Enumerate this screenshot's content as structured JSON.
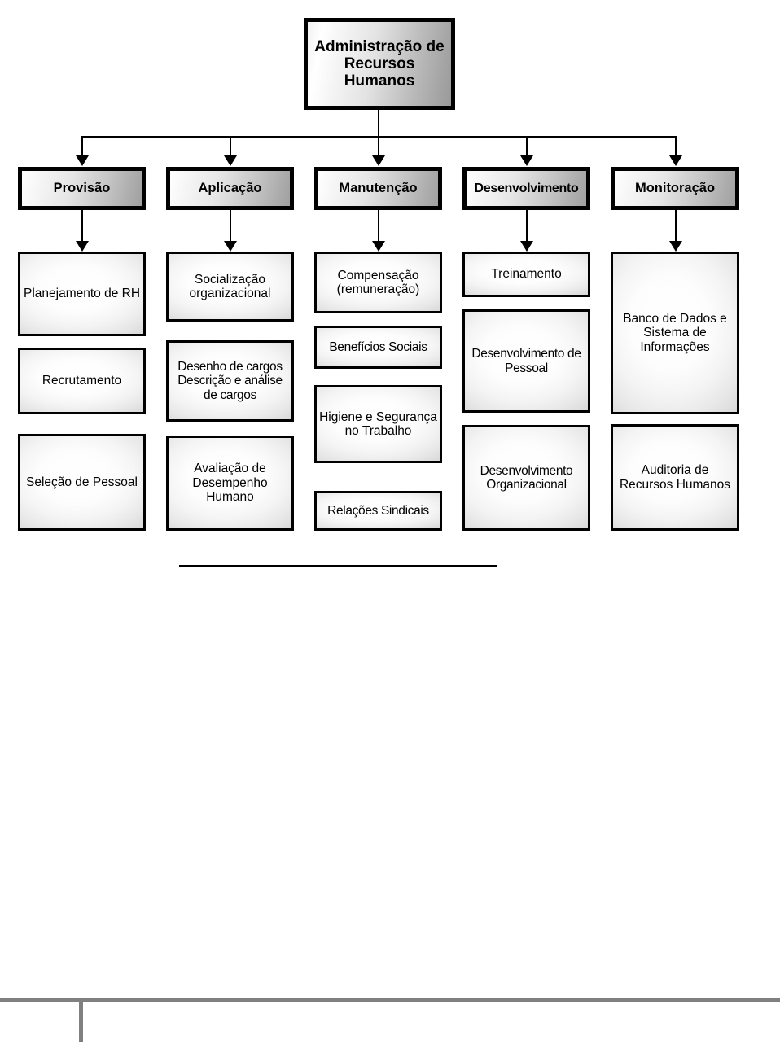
{
  "diagram": {
    "root": {
      "label": "Administração de Recursos Humanos"
    },
    "processes": [
      {
        "label": "Provisão"
      },
      {
        "label": "Aplicação"
      },
      {
        "label": "Manutenção"
      },
      {
        "label": "Desenvolvimento"
      },
      {
        "label": "Monitoração"
      }
    ],
    "columns": [
      {
        "process": "Provisão",
        "items": [
          {
            "label": "Planejamento de RH"
          },
          {
            "label": "Recrutamento"
          },
          {
            "label": "Seleção de Pessoal"
          }
        ]
      },
      {
        "process": "Aplicação",
        "items": [
          {
            "label": "Socialização organizacional"
          },
          {
            "label": "Desenho de cargos Descrição e análise de cargos"
          },
          {
            "label": "Avaliação de Desempenho Humano"
          }
        ]
      },
      {
        "process": "Manutenção",
        "items": [
          {
            "label": "Compensação (remuneração)"
          },
          {
            "label": "Benefícios Sociais"
          },
          {
            "label": "Higiene e Segurança no Trabalho"
          },
          {
            "label": "Relações Sindicais"
          }
        ]
      },
      {
        "process": "Desenvolvimento",
        "items": [
          {
            "label": "Treinamento"
          },
          {
            "label": "Desenvolvimento de Pessoal"
          },
          {
            "label": "Desenvolvimento Organizacional"
          }
        ]
      },
      {
        "process": "Monitoração",
        "items": [
          {
            "label": "Banco de Dados e Sistema de Informações"
          },
          {
            "label": "Auditoria de Recursos Humanos"
          }
        ]
      }
    ]
  },
  "colors": {
    "box_border": "#000000",
    "text": "#000000",
    "page_background": "#ffffff",
    "page_edge": "#808080",
    "connector": "#000000"
  }
}
